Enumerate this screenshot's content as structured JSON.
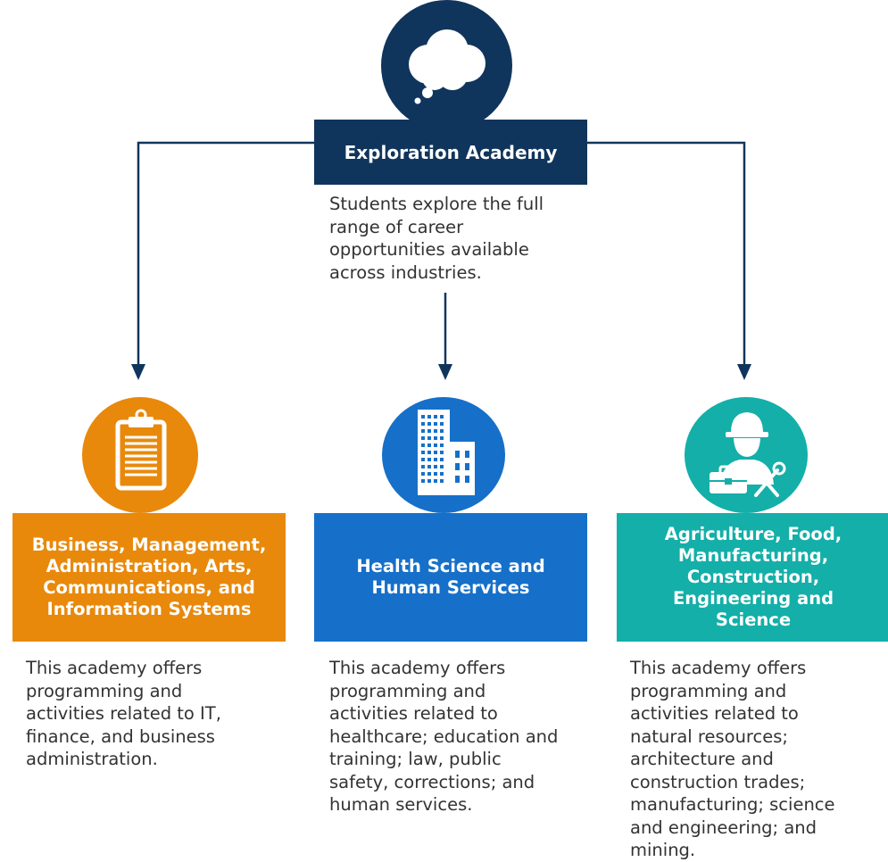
{
  "top": {
    "title": "Exploration Academy",
    "description": "Students explore the full range of career opportunities available across industries.",
    "icon": "thought-bubble-icon",
    "color": "#10355c"
  },
  "academies": [
    {
      "title": "Business, Management, Administration, Arts, Communications, and Information Systems",
      "description": "This academy offers programming and activities related to IT, finance, and business administration.",
      "icon": "clipboard-icon",
      "color": "#e8890c"
    },
    {
      "title": "Health Science and Human Services",
      "description": "This academy offers programming and activities related to healthcare; education and training; law, public safety, corrections; and human services.",
      "icon": "building-icon",
      "color": "#1670c9"
    },
    {
      "title": "Agriculture, Food, Manufacturing, Construction, Engineering and Science",
      "description": "This academy offers programming and activities related to natural resources; architecture and construction trades; manufacturing; science and engineering; and mining.",
      "icon": "construction-worker-icon",
      "color": "#14afa8"
    }
  ]
}
